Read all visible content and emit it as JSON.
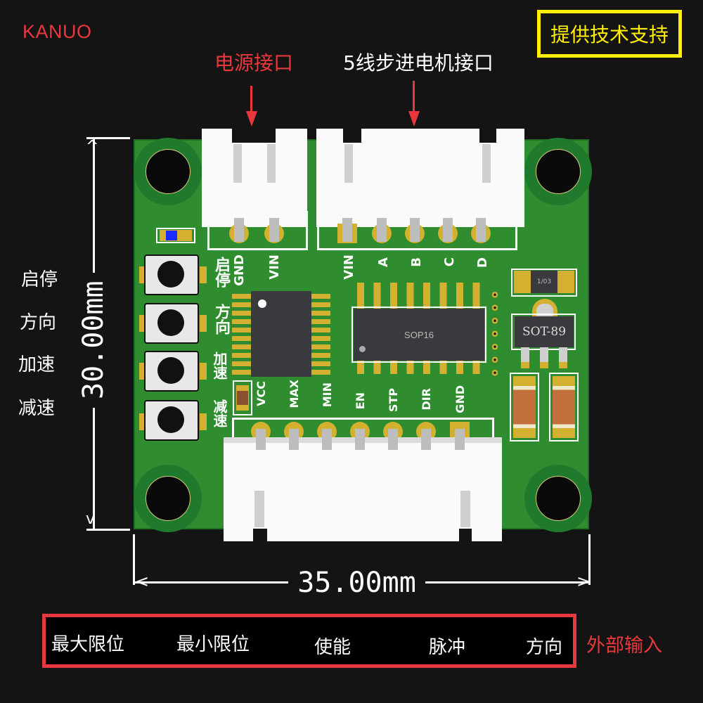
{
  "brand": "KANUO",
  "support_label": "提供技术支持",
  "callouts": {
    "power_interface": "电源接口",
    "motor_interface": "5线步进电机接口",
    "external_input": "外部输入"
  },
  "dimensions": {
    "height": "30.00mm",
    "width": "35.00mm"
  },
  "side_labels": [
    "启停",
    "方向",
    "加速",
    "减速"
  ],
  "bottom_labels": [
    "最大限位",
    "最小限位",
    "使能",
    "脉冲",
    "方向"
  ],
  "pcb": {
    "power_pins": [
      "GND",
      "VIN"
    ],
    "motor_pins": [
      "VIN",
      "A",
      "B",
      "C",
      "D"
    ],
    "io_pins": [
      "VCC",
      "MAX",
      "MIN",
      "EN",
      "STP",
      "DIR",
      "GND"
    ],
    "button_labels": [
      "启停",
      "方向",
      "加速",
      "减速"
    ],
    "chip_driver_label": "SOP16",
    "regulator_label": "SOT-89",
    "resistor_label": "1/03"
  },
  "colors": {
    "background": "#141414",
    "pcb_green": "#2f8c2f",
    "accent_red": "#e8383d",
    "accent_yellow": "#ffef00",
    "pad_gold": "#d4b030"
  }
}
